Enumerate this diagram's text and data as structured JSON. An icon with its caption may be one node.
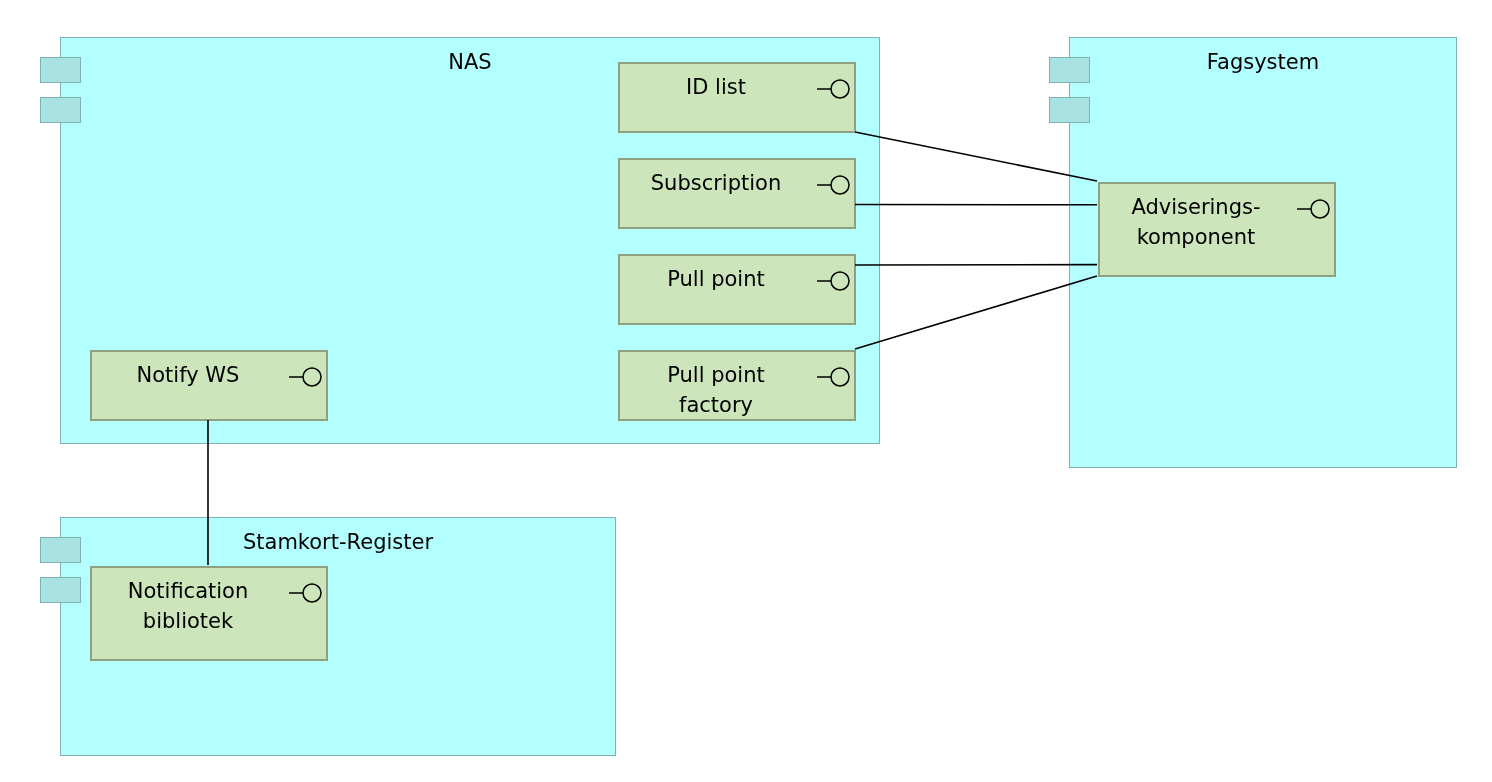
{
  "diagram": {
    "nodes": [
      {
        "text": [
          "NAS"
        ]
      },
      {
        "text": [
          "ID list"
        ],
        "in": 0
      },
      {
        "text": [
          "Subscription"
        ],
        "in": 0
      },
      {
        "text": [
          "Pull point"
        ],
        "in": 0
      },
      {
        "text": [
          "Pull point factory"
        ],
        "in": 0
      },
      {
        "text": [
          "Notify WS"
        ],
        "in": 0
      },
      {
        "text": [
          "Fagsystem"
        ]
      },
      {
        "text": [
          "Adviserings- komponent"
        ],
        "in": 6
      },
      {
        "text": [
          "Stamkort-Register"
        ]
      },
      {
        "text": [
          "Notification bibliotek"
        ],
        "in": 8
      }
    ],
    "edges": [
      {
        "from": 1,
        "to": 7,
        "arrow": "none"
      },
      {
        "from": 2,
        "to": 7,
        "arrow": "none"
      },
      {
        "from": 3,
        "to": 7,
        "arrow": "none"
      },
      {
        "from": 4,
        "to": 7,
        "arrow": "none"
      },
      {
        "from": 5,
        "to": 9,
        "arrow": "none"
      }
    ]
  }
}
